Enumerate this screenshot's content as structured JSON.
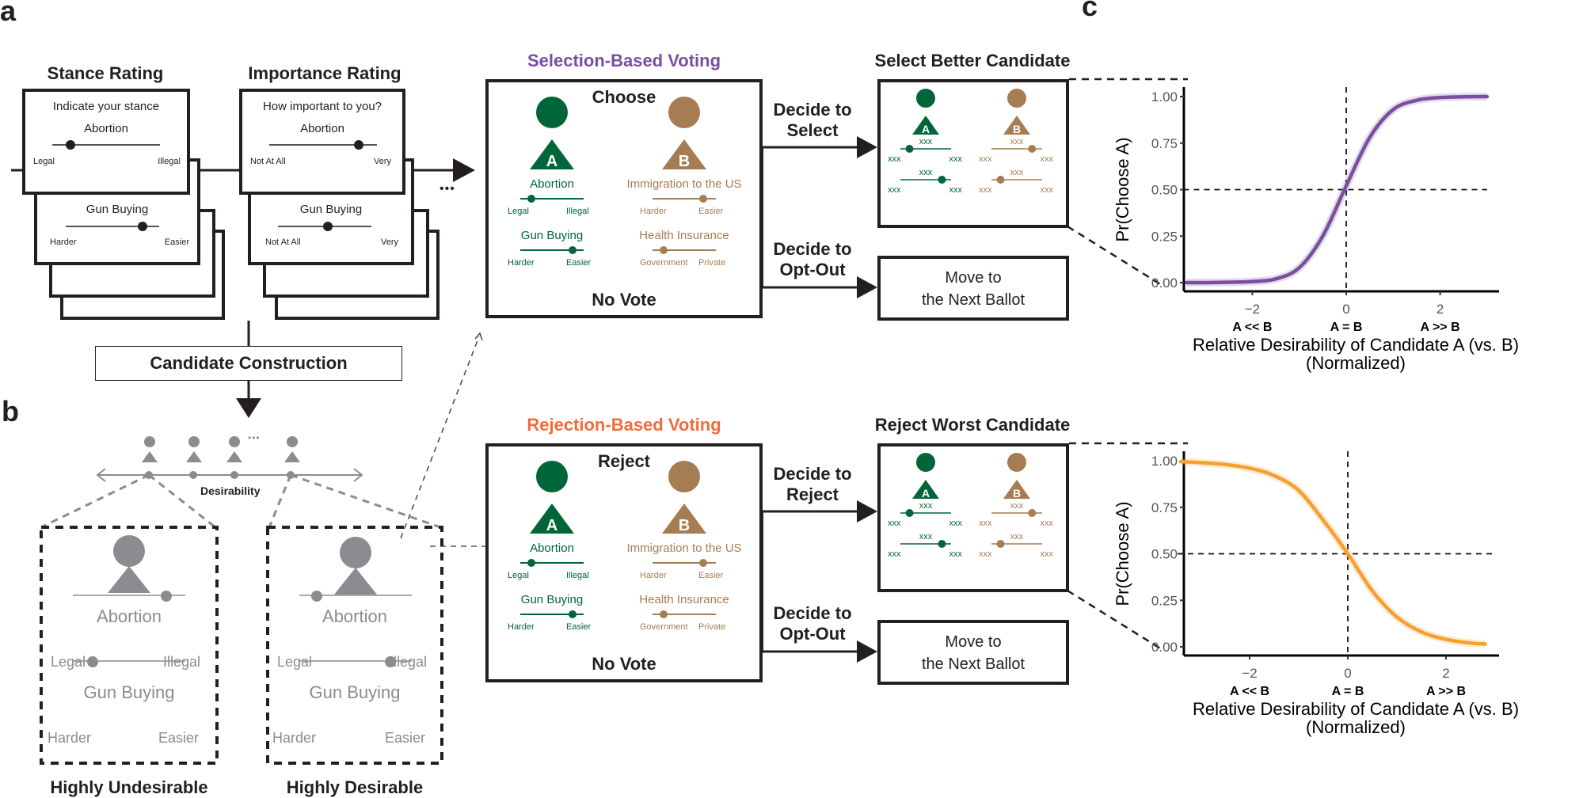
{
  "labels": {
    "a": "a",
    "b": "b",
    "c": "c"
  },
  "colors": {
    "ink": "#231f20",
    "candidate_a": "#00663a",
    "candidate_b": "#a67c52",
    "selection": "#7a4f9e",
    "rejection": "#f26b3a",
    "rejection_curve": "#f5a030",
    "gray": "#8a8c8f"
  },
  "panel_a": {
    "stance": {
      "title": "Stance Rating",
      "question": "Indicate your stance",
      "items": [
        {
          "issue": "Abortion",
          "left": "Legal",
          "right": "Illegal",
          "value": 0.2
        },
        {
          "issue": "Gun Buying",
          "left": "Harder",
          "right": "Easier",
          "value": 0.82
        }
      ]
    },
    "importance": {
      "title": "Importance Rating",
      "question": "How important to you?",
      "items": [
        {
          "issue": "Abortion",
          "left": "Not At All",
          "right": "Very",
          "value": 0.83
        },
        {
          "issue": "Gun Buying",
          "left": "Not At All",
          "right": "Very",
          "value": 0.55
        }
      ]
    },
    "ellipsis": "•••",
    "candidate_construction": "Candidate Construction",
    "selection": {
      "title": "Selection-Based Voting",
      "box_top": "Choose",
      "box_bottom": "No Vote",
      "decide_main": [
        "Decide to",
        "Select"
      ],
      "decide_opt": [
        "Decide to",
        "Opt-Out"
      ],
      "result_title": "Select Better Candidate",
      "move_next": [
        "Move to",
        "the Next Ballot"
      ]
    },
    "rejection": {
      "title": "Rejection-Based Voting",
      "box_top": "Reject",
      "box_bottom": "No Vote",
      "decide_main": [
        "Decide to",
        "Reject"
      ],
      "decide_opt": [
        "Decide to",
        "Opt-Out"
      ],
      "result_title": "Reject Worst Candidate",
      "move_next": [
        "Move to",
        "the Next Ballot"
      ]
    },
    "candidate_a": {
      "letter": "A",
      "issues": [
        {
          "issue": "Abortion",
          "left": "Legal",
          "right": "Illegal",
          "value": 0.18
        },
        {
          "issue": "Gun Buying",
          "left": "Harder",
          "right": "Easier",
          "value": 0.82
        }
      ]
    },
    "candidate_b": {
      "letter": "B",
      "issues": [
        {
          "issue": "Immigration to the US",
          "left": "Harder",
          "right": "Easier",
          "value": 0.8
        },
        {
          "issue": "Health Insurance",
          "left": "Government",
          "right": "Private",
          "value": 0.18
        }
      ]
    },
    "placeholder_text": "xxx"
  },
  "panel_b": {
    "axis_label": "Desirability",
    "ellipsis": "•••",
    "undesirable": {
      "caption": "Highly Undesirable",
      "items": [
        {
          "issue": "Abortion",
          "left": "Legal",
          "right": "Illegal",
          "value": 0.82
        },
        {
          "issue": "Gun Buying",
          "left": "Harder",
          "right": "Easier",
          "value": 0.18
        }
      ]
    },
    "desirable": {
      "caption": "Highly Desirable",
      "items": [
        {
          "issue": "Abortion",
          "left": "Legal",
          "right": "Illegal",
          "value": 0.18
        },
        {
          "issue": "Gun Buying",
          "left": "Harder",
          "right": "Easier",
          "value": 0.82
        }
      ]
    }
  },
  "chart_data": [
    {
      "type": "line",
      "title": "Selection-Based Voting",
      "xlabel": "Relative Desirability of Candidate A (vs. B)",
      "xlabel2": "(Normalized)",
      "ylabel": "Pr(Choose A)",
      "xlim": [
        -3.5,
        3.2
      ],
      "ylim": [
        0,
        1
      ],
      "xticks": [
        -2,
        0,
        2
      ],
      "xtick_labels": [
        "−2",
        "0",
        "2"
      ],
      "xcategory_labels": [
        "A << B",
        "A = B",
        "A >> B"
      ],
      "yticks": [
        0,
        0.25,
        0.5,
        0.75,
        1.0
      ],
      "ytick_labels": [
        "0.00",
        "0.25",
        "0.50",
        "0.75",
        "1.00"
      ],
      "reference_lines": {
        "x": 0,
        "y": 0.5
      },
      "series": [
        {
          "name": "Pr(Choose A)",
          "color": "#7a4f9e",
          "x": [
            -3.4,
            -3.0,
            -2.5,
            -2.0,
            -1.5,
            -1.0,
            -0.5,
            0,
            0.5,
            1.0,
            1.5,
            2.0,
            2.5,
            3.0
          ],
          "y": [
            0.0,
            0.0,
            0.002,
            0.006,
            0.02,
            0.08,
            0.25,
            0.52,
            0.78,
            0.93,
            0.98,
            0.995,
            0.999,
            1.0
          ]
        }
      ]
    },
    {
      "type": "line",
      "title": "Rejection-Based Voting",
      "xlabel": "Relative Desirability of Candidate A (vs. B)",
      "xlabel2": "(Normalized)",
      "ylabel": "Pr(Choose A)",
      "xlim": [
        -3.5,
        3.2
      ],
      "ylim": [
        0,
        1
      ],
      "xticks": [
        -2,
        0,
        2
      ],
      "xtick_labels": [
        "−2",
        "0",
        "2"
      ],
      "xcategory_labels": [
        "A << B",
        "A = B",
        "A >> B"
      ],
      "yticks": [
        0,
        0.25,
        0.5,
        0.75,
        1.0
      ],
      "ytick_labels": [
        "0.00",
        "0.25",
        "0.50",
        "0.75",
        "1.00"
      ],
      "reference_lines": {
        "x": 0,
        "y": 0.5
      },
      "series": [
        {
          "name": "Pr(Choose A)",
          "color": "#f5a030",
          "x": [
            -3.4,
            -3.0,
            -2.5,
            -2.0,
            -1.5,
            -1.0,
            -0.5,
            0,
            0.5,
            1.0,
            1.5,
            2.0,
            2.5,
            2.8
          ],
          "y": [
            0.995,
            0.99,
            0.98,
            0.96,
            0.92,
            0.84,
            0.68,
            0.5,
            0.3,
            0.16,
            0.08,
            0.04,
            0.02,
            0.015
          ]
        }
      ]
    }
  ]
}
